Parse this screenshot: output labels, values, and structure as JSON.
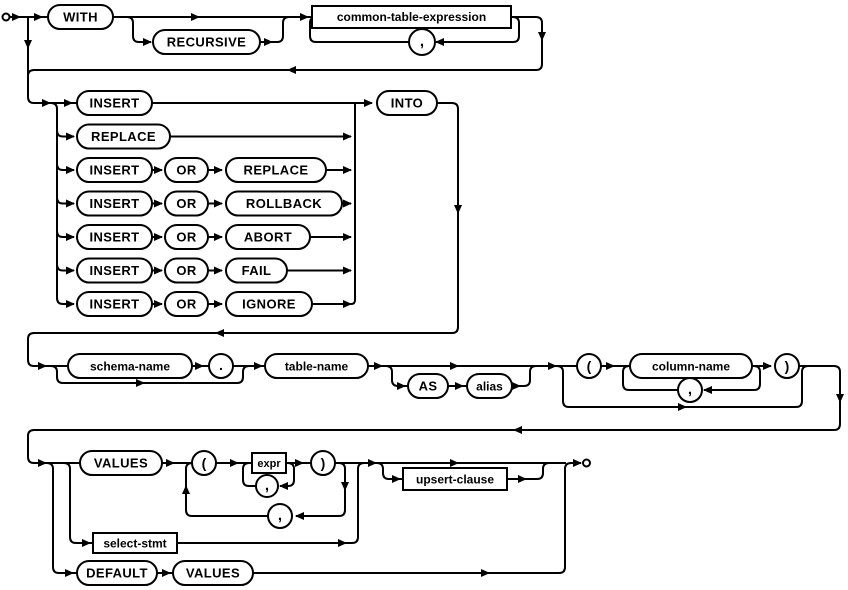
{
  "diagram": {
    "kind": "railroad-syntax-diagram",
    "colors": {
      "line": "#000000",
      "background": "#ffffff",
      "node_fill": "#ffffff",
      "text": "#000000"
    }
  },
  "keywords": {
    "with": "WITH",
    "recursive": "RECURSIVE",
    "insert": "INSERT",
    "replace": "REPLACE",
    "or": "OR",
    "rollback": "ROLLBACK",
    "abort": "ABORT",
    "fail": "FAIL",
    "ignore": "IGNORE",
    "into": "INTO",
    "as": "AS",
    "values": "VALUES",
    "default": "DEFAULT"
  },
  "nonterminals": {
    "common_table_expression": "common-table-expression",
    "schema_name": "schema-name",
    "table_name": "table-name",
    "alias": "alias",
    "column_name": "column-name",
    "expr": "expr",
    "select_stmt": "select-stmt",
    "upsert_clause": "upsert-clause"
  },
  "punctuation": {
    "comma": ",",
    "dot": ".",
    "open_paren": "(",
    "close_paren": ")"
  }
}
